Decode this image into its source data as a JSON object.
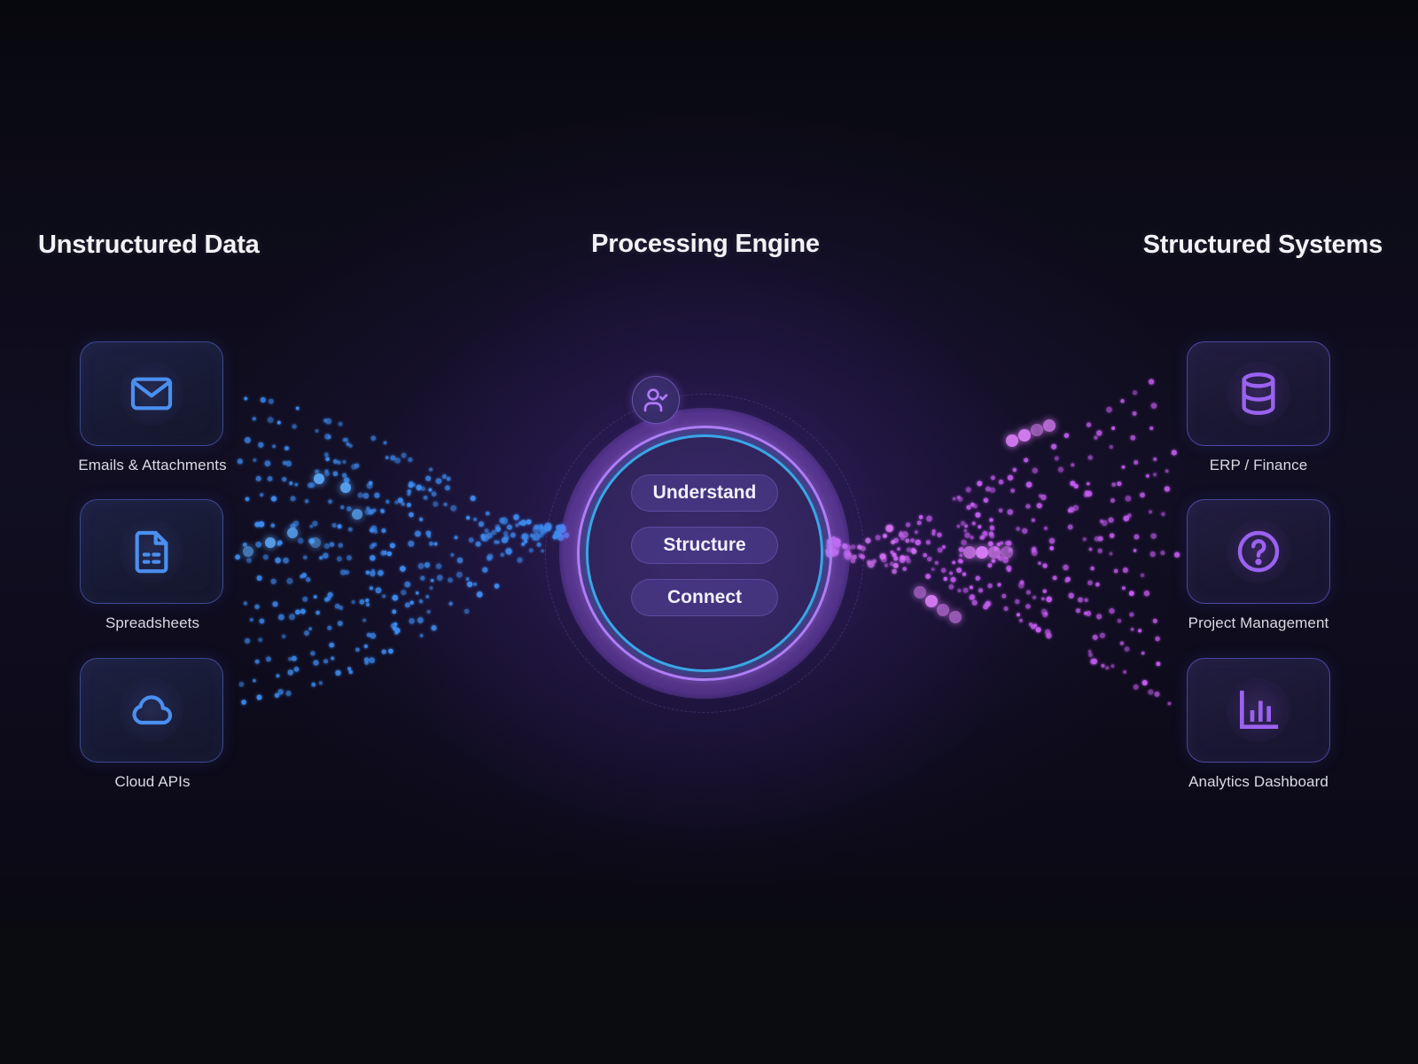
{
  "sections": {
    "left_title": "Unstructured Data",
    "center_title": "Processing Engine",
    "right_title": "Structured Systems"
  },
  "sources": [
    {
      "label": "Emails & Attachments",
      "icon": "mail-icon"
    },
    {
      "label": "Spreadsheets",
      "icon": "document-icon"
    },
    {
      "label": "Cloud APIs",
      "icon": "cloud-icon"
    }
  ],
  "engine": {
    "badge_icon": "user-check-icon",
    "steps": [
      "Understand",
      "Structure",
      "Connect"
    ]
  },
  "destinations": [
    {
      "label": "ERP / Finance",
      "icon": "database-icon"
    },
    {
      "label": "Project Management",
      "icon": "help-circle-icon"
    },
    {
      "label": "Analytics Dashboard",
      "icon": "bar-chart-icon"
    }
  ],
  "colors": {
    "input_flow": "#3d8bf0",
    "output_flow": "#c45cf0",
    "engine_outer_ring": "#b67cf6",
    "engine_inner_ring": "#3aa6e6",
    "source_icon": "#4a8ff0",
    "destination_icon": "#9a62f0"
  }
}
